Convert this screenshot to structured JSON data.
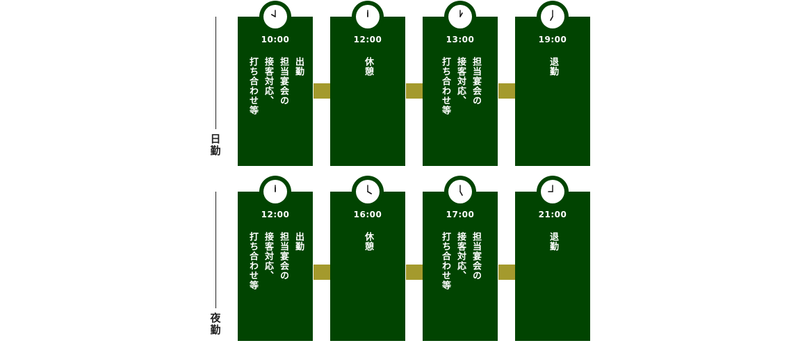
{
  "rows": [
    {
      "label": "日勤",
      "steps": [
        {
          "time": "10:00",
          "hour": 10,
          "minute": 0,
          "text": "出勤\n担当宴会の\n接客対応、\n打ち合わせ等"
        },
        {
          "time": "12:00",
          "hour": 12,
          "minute": 0,
          "text": "休憩"
        },
        {
          "time": "13:00",
          "hour": 13,
          "minute": 0,
          "text": "担当宴会の\n接客対応、\n打ち合わせ等"
        },
        {
          "time": "19:00",
          "hour": 19,
          "minute": 0,
          "text": "退勤"
        }
      ]
    },
    {
      "label": "夜勤",
      "steps": [
        {
          "time": "12:00",
          "hour": 12,
          "minute": 0,
          "text": "出勤\n担当宴会の\n接客対応、\n打ち合わせ等"
        },
        {
          "time": "16:00",
          "hour": 16,
          "minute": 0,
          "text": "休憩"
        },
        {
          "time": "17:00",
          "hour": 17,
          "minute": 0,
          "text": "担当宴会の\n接客対応、\n打ち合わせ等"
        },
        {
          "time": "21:00",
          "hour": 21,
          "minute": 0,
          "text": "退勤"
        }
      ]
    }
  ],
  "colors": {
    "card": "#014401",
    "connector": "#a49a2d",
    "text": "#ffffff",
    "clock_face": "#ffffff"
  }
}
